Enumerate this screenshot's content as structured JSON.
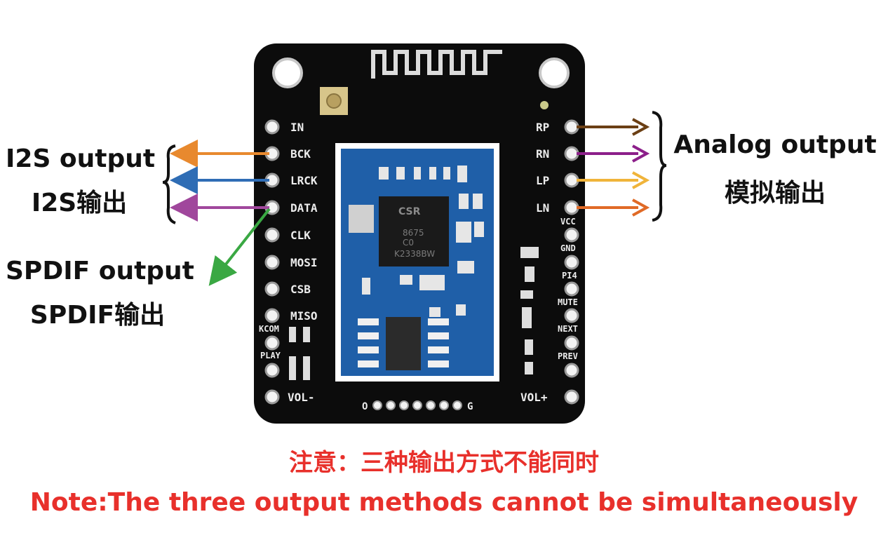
{
  "labels": {
    "i2s_en": "I2S output",
    "i2s_cn": "I2S输出",
    "spdif_en": "SPDIF output",
    "spdif_cn": "SPDIF输出",
    "analog_en": "Analog output",
    "analog_cn": "模拟输出"
  },
  "left_pins": [
    "IN",
    "BCK",
    "LRCK",
    "DATA",
    "CLK",
    "MOSI",
    "CSB",
    "MISO"
  ],
  "left_extra_pins": [
    "KCOM",
    "PLAY",
    "VOL-"
  ],
  "right_pins": [
    "RP",
    "RN",
    "LP",
    "LN"
  ],
  "right_small_pins": [
    "VCC",
    "GND",
    "PI4",
    "MUTE",
    "NEXT",
    "PREV",
    "VOL+"
  ],
  "bottom_pins": [
    "O",
    "G"
  ],
  "chip": {
    "brand": "CSR",
    "model": "8675",
    "rev": "C0",
    "code": "K2338BW"
  },
  "notes": {
    "cn": "注意：三种输出方式不能同时",
    "en": "Note:The three output methods cannot be simultaneously"
  },
  "colors": {
    "bck_arrow": "#e8892e",
    "lrck_arrow": "#2f6db5",
    "data_arrow": "#a0479c",
    "spdif_arrow": "#3aa843",
    "rp_arrow": "#6b3f14",
    "rn_arrow": "#8c1f8a",
    "lp_arrow": "#f0b43a",
    "ln_arrow": "#e06a26",
    "note": "#e8302b"
  }
}
